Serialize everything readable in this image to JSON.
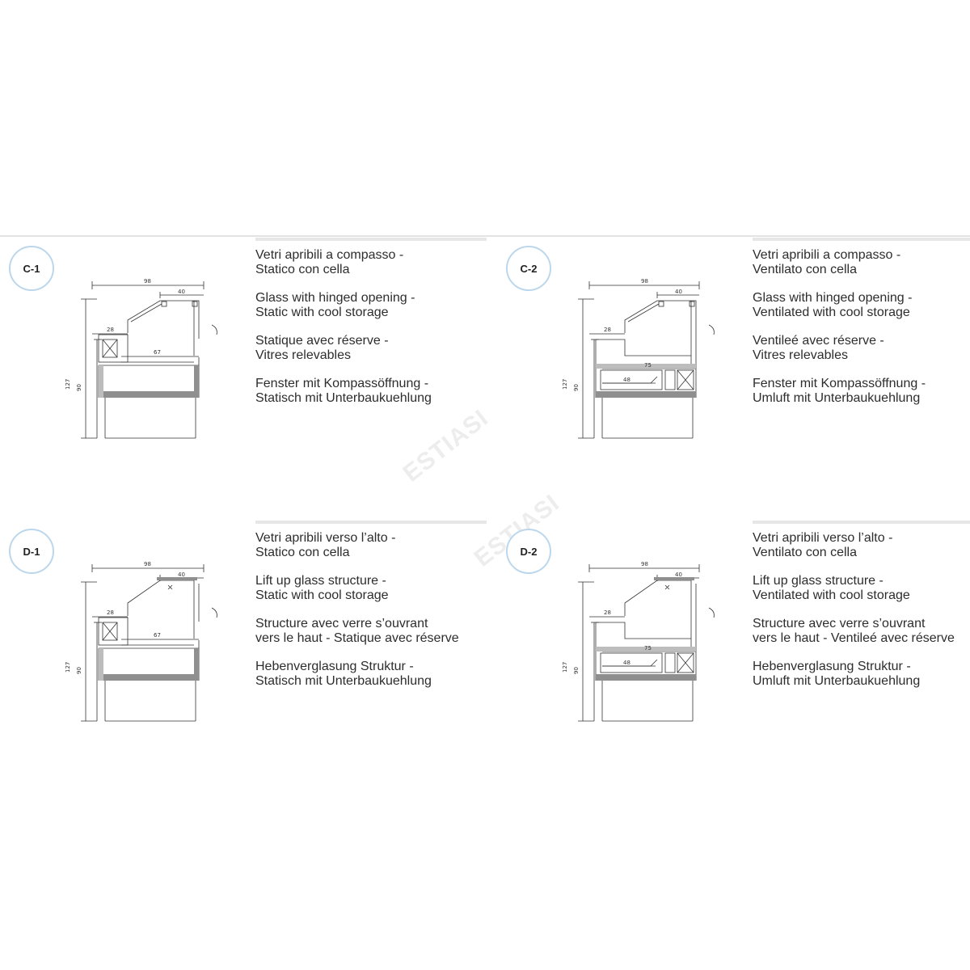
{
  "watermark": "ESTIASI",
  "panels": [
    {
      "code": "C-1",
      "lines": [
        [
          "Vetri apribili a compasso -",
          "Statico con cella"
        ],
        [
          "Glass with hinged opening -",
          "Static with cool storage"
        ],
        [
          "Statique avec réserve -",
          "Vitres relevables"
        ],
        [
          "Fenster mit Kompassöffnung -",
          "Statisch mit Unterbaukuehlung"
        ]
      ],
      "dims": {
        "width": "98",
        "glass": "40",
        "top": "28",
        "depth": "67",
        "height": "127",
        "counter": "90"
      }
    },
    {
      "code": "C-2",
      "lines": [
        [
          "Vetri apribili a compasso -",
          "Ventilato con cella"
        ],
        [
          "Glass with hinged opening -",
          "Ventilated with cool storage"
        ],
        [
          "Ventileé avec réserve -",
          "Vitres relevables"
        ],
        [
          "Fenster mit Kompassöffnung -",
          "Umluft mit Unterbaukuehlung"
        ]
      ],
      "dims": {
        "width": "98",
        "glass": "40",
        "top": "28",
        "depth": "75",
        "storage": "48",
        "height": "127",
        "counter": "90"
      }
    },
    {
      "code": "D-1",
      "lines": [
        [
          "Vetri apribili verso l’alto -",
          "Statico con cella"
        ],
        [
          "Lift up glass structure -",
          "Static with cool storage"
        ],
        [
          "Structure avec verre s’ouvrant",
          "vers le haut - Statique avec réserve"
        ],
        [
          "Hebenverglasung Struktur -",
          "Statisch mit Unterbaukuehlung"
        ]
      ],
      "dims": {
        "width": "98",
        "glass": "40",
        "top": "28",
        "depth": "67",
        "height": "127",
        "counter": "90"
      }
    },
    {
      "code": "D-2",
      "lines": [
        [
          "Vetri apribili verso l’alto -",
          "Ventilato con cella"
        ],
        [
          "Lift up glass structure -",
          "Ventilated with cool storage"
        ],
        [
          "Structure avec verre s’ouvrant",
          "vers le haut - Ventileé avec réserve"
        ],
        [
          "Hebenverglasung Struktur -",
          "Umluft mit Unterbaukuehlung"
        ]
      ],
      "dims": {
        "width": "98",
        "glass": "40",
        "top": "28",
        "depth": "75",
        "storage": "48",
        "height": "127",
        "counter": "90"
      }
    }
  ]
}
